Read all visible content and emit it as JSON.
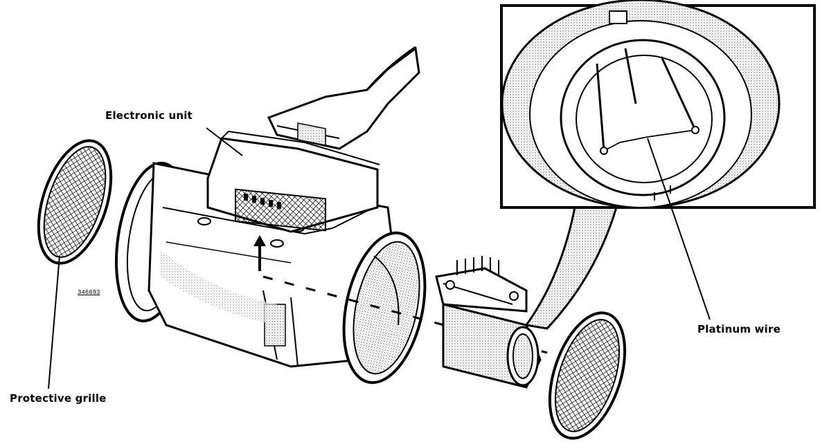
{
  "labels": {
    "electronic_unit": "Electronic unit",
    "platinum_wire": "Platinum wire",
    "protective_grille": "Protective grille"
  },
  "figure_code": "346693",
  "colors": {
    "ink": "#000000",
    "paper": "#ffffff",
    "shade": "#bdbdbd"
  }
}
